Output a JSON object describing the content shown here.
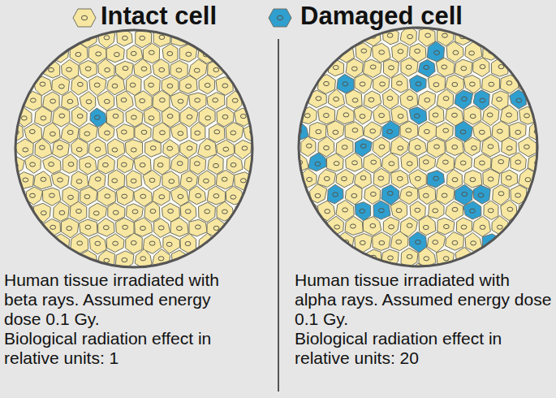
{
  "diagram": {
    "labels": [
      "Human tissue irradiated with beta rays. Assumed energy dose 0.1 Gy.",
      "Biological radiation effect in relative units: 1",
      "Human tissue irradiated with alpha rays. Assumed energy dose 0.1 Gy.",
      "Biological radiation effect in relative units: 20"
    ],
    "legend": [
      {
        "text": "Intact cell",
        "color": "#f7e7a1"
      },
      {
        "text": "Damaged cell",
        "color": "#2f9fd0"
      }
    ]
  }
}
